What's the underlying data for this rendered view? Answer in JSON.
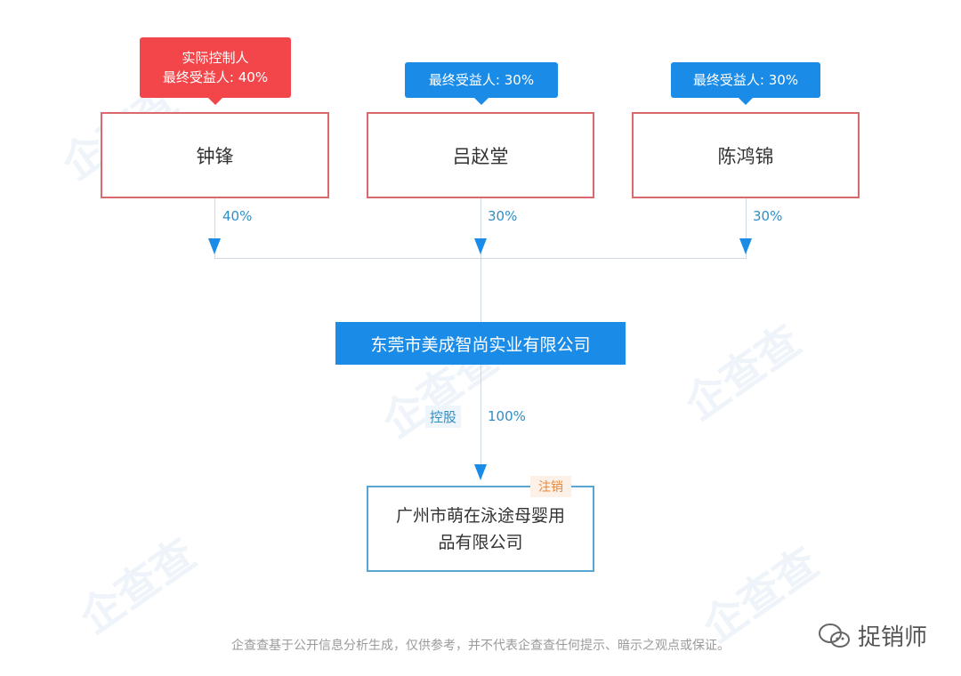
{
  "owners": [
    {
      "name": "钟锋",
      "tag_lines": [
        "实际控制人",
        "最终受益人: 40%"
      ],
      "share": "40%",
      "tag_color": "#f2464a"
    },
    {
      "name": "吕赵堂",
      "tag_lines": [
        "最终受益人: 30%"
      ],
      "share": "30%",
      "tag_color": "#1a8ce8"
    },
    {
      "name": "陈鸿锦",
      "tag_lines": [
        "最终受益人: 30%"
      ],
      "share": "30%",
      "tag_color": "#1a8ce8"
    }
  ],
  "parent_company": {
    "name": "东莞市美成智尚实业有限公司"
  },
  "relation": {
    "type": "控股",
    "share": "100%"
  },
  "subsidiary": {
    "name_line1": "广州市萌在泳途母婴用",
    "name_line2": "品有限公司",
    "status": "注销"
  },
  "footer": {
    "disclaimer": "企查查基于公开信息分析生成，仅供参考，并不代表企查查任何提示、暗示之观点或保证。"
  },
  "watermark": {
    "text": "捉销师"
  },
  "colors": {
    "accent": "#1a8ce8",
    "red": "#f2464a",
    "status": "#e8893a"
  }
}
